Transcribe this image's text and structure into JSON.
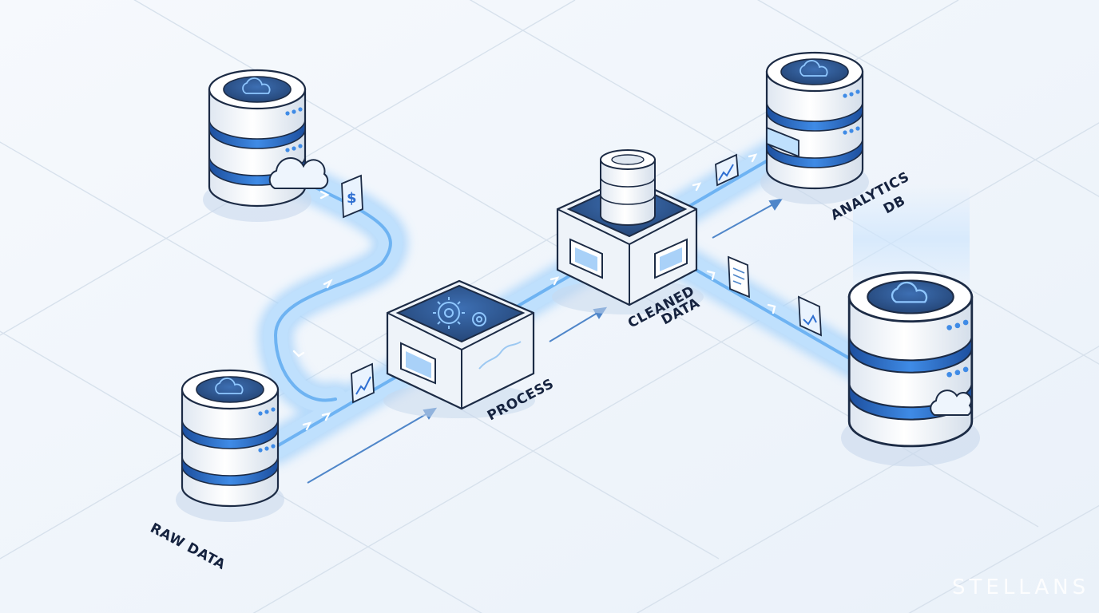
{
  "labels": {
    "raw_data": "RAW DATA",
    "process": "PROCESS",
    "cleaned_data_line1": "CLEANED",
    "cleaned_data_line2": "DATA",
    "analytics_line1": "ANALYTICS",
    "analytics_line2": "DB"
  },
  "watermark": "STELLANS",
  "icons": {
    "source_db": "cloud-icon",
    "process_node": "gears-icon",
    "cleaned_node": "cylinder-icon",
    "dollar_card": "dollar-icon",
    "chart_card": "trend-chart-icon",
    "doc_card": "document-icon"
  },
  "colors": {
    "flow": "#5aa8f0",
    "flow_glow": "#a9d4fb",
    "db_band": "#2f6fd1",
    "screen": "#2c4f86",
    "label": "#16233f",
    "background": "#f3f7fb"
  }
}
